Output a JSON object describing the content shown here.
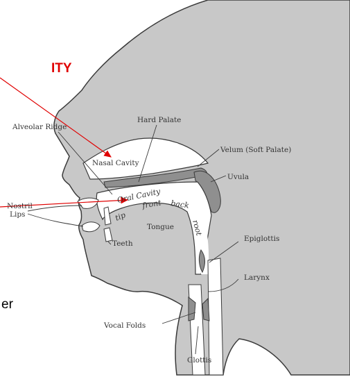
{
  "overlay": {
    "title_fragment": "ITY",
    "stray_text": "er",
    "arrow_color": "#e00000"
  },
  "labels": {
    "hard_palate": "Hard Palate",
    "alveolar_ridge": "Alveolar Ridge",
    "velum": "Velum (Soft Palate)",
    "nasal_cavity": "Nasal Cavity",
    "uvula": "Uvula",
    "nostril": "Nostril",
    "oral_cavity": "Oral Cavity",
    "tip": "tip",
    "front": "front",
    "back": "back",
    "tongue": "Tongue",
    "root": "root",
    "lips": "Lips",
    "teeth": "Teeth",
    "epiglottis": "Epiglottis",
    "larynx": "Larynx",
    "vocal_folds": "Vocal Folds",
    "glottis": "Glottis"
  },
  "colors": {
    "head_fill": "#c8c8c8",
    "outline": "#3a3a3a",
    "tissue": "#8f8f8f",
    "cavity": "#ffffff"
  }
}
